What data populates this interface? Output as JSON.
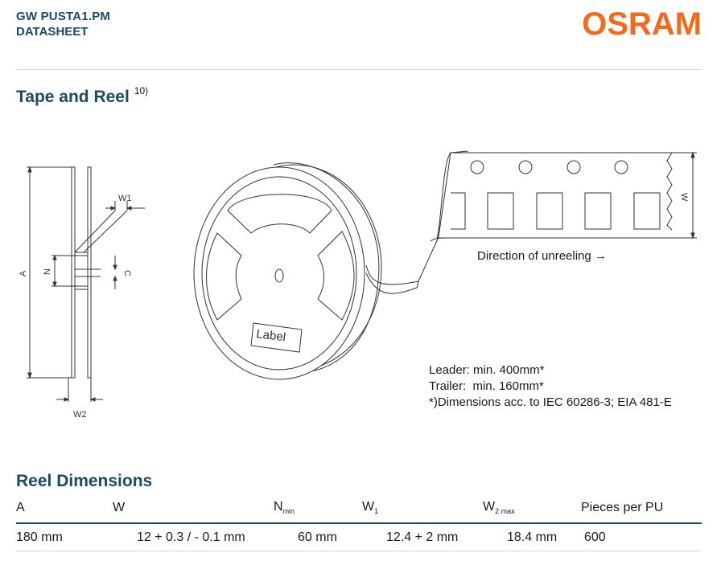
{
  "header": {
    "product": "GW PUSTA1.PM",
    "doc_type": "DATASHEET",
    "logo": "OSRAM"
  },
  "section_tape": {
    "title": "Tape and Reel",
    "footnote_ref": "10)"
  },
  "drawing": {
    "dim_w1": "W1",
    "dim_w2": "W2",
    "dim_a": "A",
    "dim_n": "N",
    "dim_c": "C",
    "dim_w": "W",
    "label_text": "Label",
    "direction_text": "Direction of unreeling →"
  },
  "notes": {
    "leader": "Leader: min. 400mm*",
    "trailer": "Trailer:  min. 160mm*",
    "standards": "*)Dimensions acc. to IEC 60286-3; EIA 481-E"
  },
  "section_reel": {
    "title": "Reel Dimensions",
    "headers": {
      "a": "A",
      "w": "W",
      "n": "N",
      "n_sub": "min",
      "w1": "W",
      "w1_sub": "1",
      "w2": "W",
      "w2_sub": "2 max",
      "pieces": "Pieces per PU"
    },
    "row": {
      "a": "180 mm",
      "w": "12 + 0.3 / - 0.1 mm",
      "n": "60 mm",
      "w1": "12.4 + 2 mm",
      "w2": "18.4 mm",
      "pieces": "600"
    }
  },
  "colors": {
    "heading": "#1c4a63",
    "logo": "#f26b1d"
  }
}
